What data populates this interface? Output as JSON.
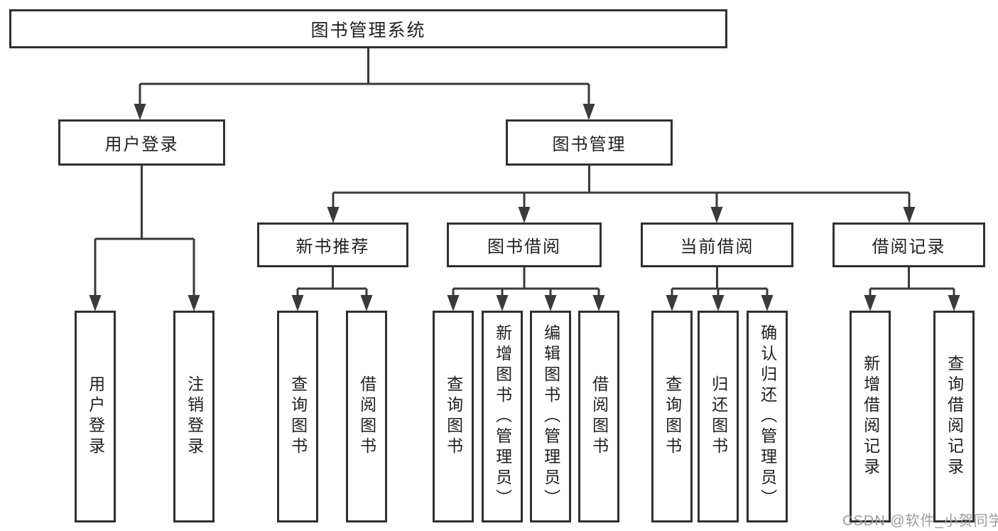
{
  "diagram": {
    "root_label": "图书管理系统",
    "level2": [
      {
        "label": "用户登录"
      },
      {
        "label": "图书管理"
      }
    ],
    "level3": [
      {
        "label": "新书推荐"
      },
      {
        "label": "图书借阅"
      },
      {
        "label": "当前借阅"
      },
      {
        "label": "借阅记录"
      }
    ],
    "leaves": {
      "user_login": [
        "用户登录",
        "注销登录"
      ],
      "new_book_rec": [
        "查询图书",
        "借阅图书"
      ],
      "book_borrow": [
        "查询图书",
        "新增图书（管理员）",
        "编辑图书（管理员）",
        "借阅图书"
      ],
      "current_borrow": [
        "查询图书",
        "归还图书",
        "确认归还（管理员）"
      ],
      "borrow_records": [
        "新增借阅记录",
        "查询借阅记录"
      ]
    }
  },
  "colors": {
    "line": "#3a3a3a",
    "box_border": "#303030",
    "text": "#1f1f1f",
    "watermark": "#9b9b9b",
    "background": "#ffffff"
  },
  "watermark": {
    "text": "CSDN @软件_小贺同学"
  }
}
